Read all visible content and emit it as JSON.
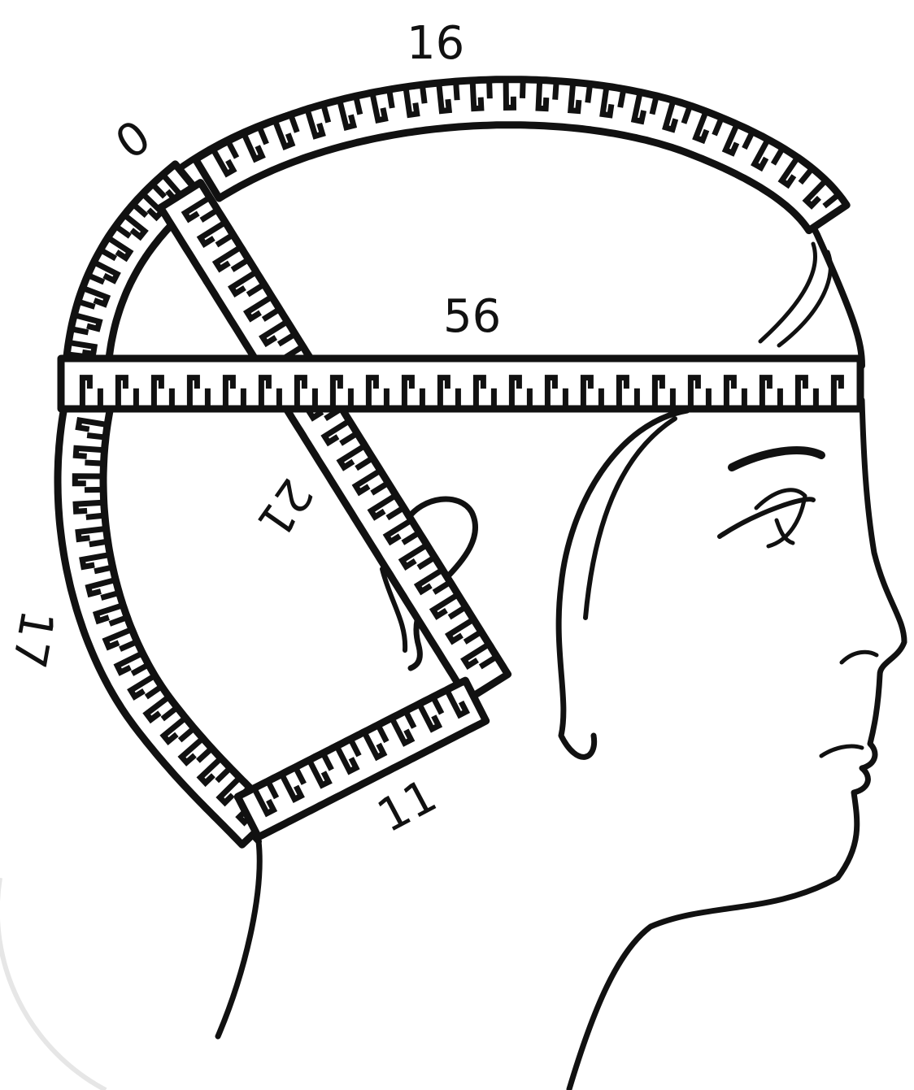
{
  "diagram": {
    "labels": {
      "top_arc": "16",
      "circumference": "56",
      "diagonal": "21",
      "back": "17",
      "nape": "11",
      "zero": "0"
    }
  }
}
